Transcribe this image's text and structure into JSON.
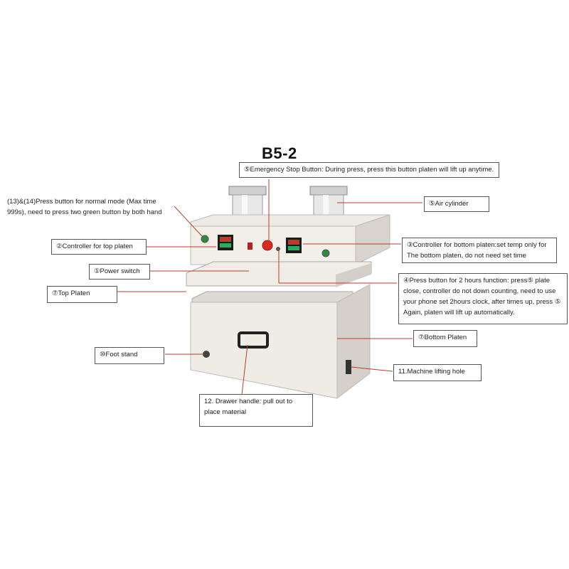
{
  "title": "B5-2",
  "callouts": {
    "emergency_stop": "⑤Emergency Stop Button: During press, press this button platen will lift up anytime.",
    "press_button_normal": [
      "(13)&(14)Press button for normal mode (Max time",
      "999s), need to press two green button by both hand"
    ],
    "air_cylinder": "⑤Air cylinder",
    "controller_top": "②Controller for top platen",
    "controller_bottom": [
      "③Controller for bottom platen:set temp only for",
      "The bottom platen, do not need set time"
    ],
    "power_switch": "①Power  switch",
    "press_button_2h": [
      "④Press button for 2 hours function: press⑤  plate",
      "close, controller do not down counting, need to use",
      "your phone set 2hours clock, after times up, press ⑤",
      "Again, platen will lift up automatically."
    ],
    "top_platen": "⑦Top Platen",
    "bottom_platen": "⑦Bottom Platen",
    "foot_stand": "⑩Foot stand",
    "lifting_hole": "11.Machine lifting hole",
    "drawer_handle": [
      "12.  Drawer handle: pull out to",
      "place material"
    ]
  },
  "colors": {
    "machine_body": "#ece9e3",
    "machine_shadow": "#cfcbc4",
    "leader_line": "#c0392b",
    "emergency_button": "#d9281e",
    "green_button": "#2e8b3e"
  }
}
